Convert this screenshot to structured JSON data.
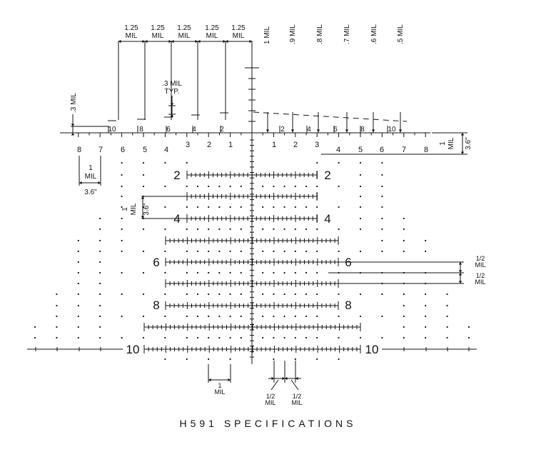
{
  "caption": "H591 SPECIFICATIONS",
  "horizontal_numbers_left": [
    "8",
    "7",
    "6",
    "5",
    "4",
    "3",
    "2",
    "1"
  ],
  "horizontal_numbers_right": [
    "1",
    "2",
    "3",
    "4",
    "5",
    "6",
    "7",
    "8"
  ],
  "drop_numbers_small": [
    "10",
    "8",
    "6",
    "4",
    "2",
    "2",
    "4",
    "6",
    "8",
    "10"
  ],
  "row_labels": {
    "row2": "2",
    "row4": "4",
    "row6": "6",
    "row8": "8",
    "row10": "10"
  },
  "top_spacing_labels": [
    [
      "1.25",
      "MIL"
    ],
    [
      "1.25",
      "MIL"
    ],
    [
      "1.25",
      "MIL"
    ],
    [
      "1.25",
      "MIL"
    ],
    [
      "1.25",
      "MIL"
    ]
  ],
  "top_vertical_labels": [
    "1 MIL",
    ".9 MIL",
    ".8 MIL",
    ".7 MIL",
    ".6 MIL",
    ".5 MIL"
  ],
  "typ_label": [
    ".3 MIL",
    "TYP."
  ],
  "left_mil_label": ".3 MIL",
  "dim_1mil_lower_left": [
    "1",
    "MIL",
    "3.6\""
  ],
  "dim_1mil_vertical_left": [
    "1",
    "MIL",
    "3.6\""
  ],
  "dim_1mil_right_top": [
    "1",
    "MIL",
    "3.6\""
  ],
  "half_mil_right": [
    [
      "1/2",
      "MIL"
    ],
    [
      "1/2",
      "MIL"
    ]
  ],
  "bottom_1mil": [
    "1",
    "MIL"
  ],
  "bottom_half_mil": [
    [
      "1/2",
      "MIL"
    ],
    [
      "1/2",
      "MIL"
    ]
  ]
}
